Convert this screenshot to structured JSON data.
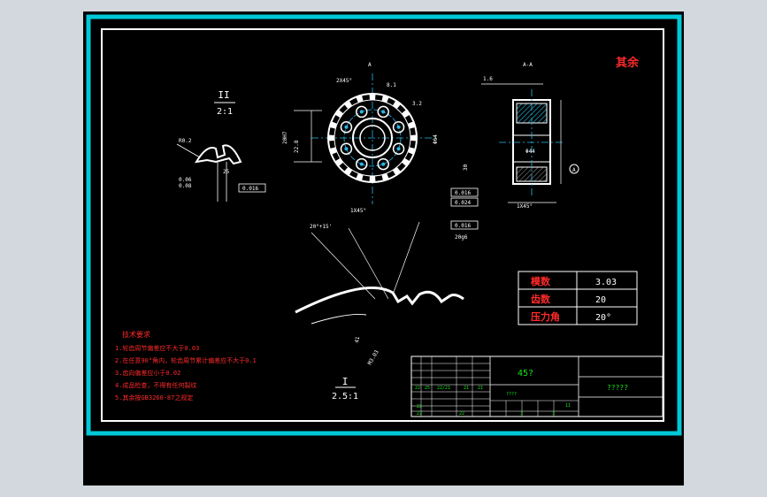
{
  "drawing": {
    "corner_note": "其余",
    "view_b_label": "II",
    "view_b_scale": "2:1",
    "view_c_label": "I",
    "view_c_scale": "2.5:1",
    "section_label": "A-A",
    "view_a_mark": "A",
    "dims": {
      "d_2x45": "2X45°",
      "d_8_1": "8.1",
      "d_20h7": "20H7",
      "d_22_8": "22.8",
      "d_0_08": "0.08",
      "d_0_06": "0.06",
      "d_25": "25",
      "d_30_2": "30",
      "d_3_2": "3.2",
      "d_1_6": "1.6",
      "d_a3": "A",
      "d_0_016": "0.016",
      "d_0_024": "0.024",
      "d_r0_2": "R0.2",
      "d_20g6": "20g6",
      "d_44": "Φ44",
      "d_phi64": "Φ64",
      "d_chamfer": "1X45°",
      "d_1_47": "20°+15'",
      "d_41": "41",
      "d_m": "M3.03"
    }
  },
  "tech_req": {
    "title": "技术要求",
    "items": [
      "1.轮齿周节偏差应不大于0.03",
      "2.在任意90°角内，轮齿周节累计偏差应不大于0.1",
      "3.齿向偏差应小于0.02",
      "4.成品检查，不得有任何裂纹",
      "5.其余按GB3260-87之规定"
    ]
  },
  "param_table": {
    "rows": [
      {
        "label": "模数",
        "value": "3.03"
      },
      {
        "label": "齿数",
        "value": "20"
      },
      {
        "label": "压力角",
        "value": "20°"
      }
    ]
  },
  "title_block": {
    "material": "45?",
    "name": "?????",
    "small": [
      "22",
      "25",
      "22/21",
      "21",
      "21",
      "????",
      "11",
      "22",
      "22",
      "22",
      "3",
      "3"
    ]
  },
  "colors": {
    "frame": "#00c8d8",
    "border": "#ffffff",
    "red": "#ff2a2a",
    "green": "#19e619",
    "dim": "#ffffff",
    "center": "#2ab8e8",
    "hatch": "#1fa0c0"
  }
}
